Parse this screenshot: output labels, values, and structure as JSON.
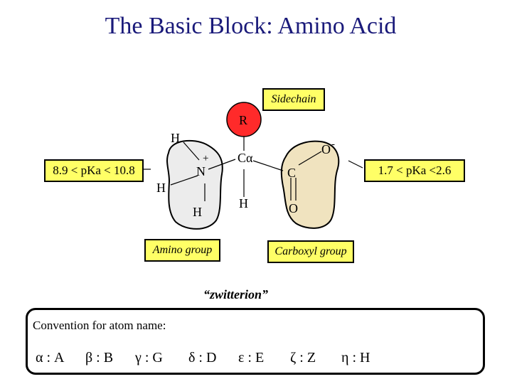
{
  "title": "The Basic Block: Amino Acid",
  "molecule": {
    "r": "R",
    "n": "N",
    "n_charge": "+",
    "h_top": "H",
    "h_left": "H",
    "h_bottom_n": "H",
    "ca": "Cα",
    "h_ca": "H",
    "c": "C",
    "o_top": "O",
    "o_charge": "-",
    "o_bottom": "O"
  },
  "labels": {
    "sidechain": "Sidechain",
    "pka_left": "8.9 < pKa < 10.8",
    "pka_right": "1.7 < pKa <2.6",
    "amino_group": "Amino group",
    "carboxyl_group": "Carboxyl group",
    "zwitterion": "“zwitterion”"
  },
  "convention": {
    "title": "Convention for atom name:",
    "items": [
      "α : A",
      "β : B",
      "γ : G",
      "δ : D",
      "ε : E",
      "ζ : Z",
      "η : H"
    ]
  },
  "colors": {
    "title": "#1a1a7a",
    "blob": "#ececec",
    "carboxyl_blob": "#f0e3bf",
    "sidechain_circle": "#ff2a2a",
    "label_box": "#ffff66"
  }
}
